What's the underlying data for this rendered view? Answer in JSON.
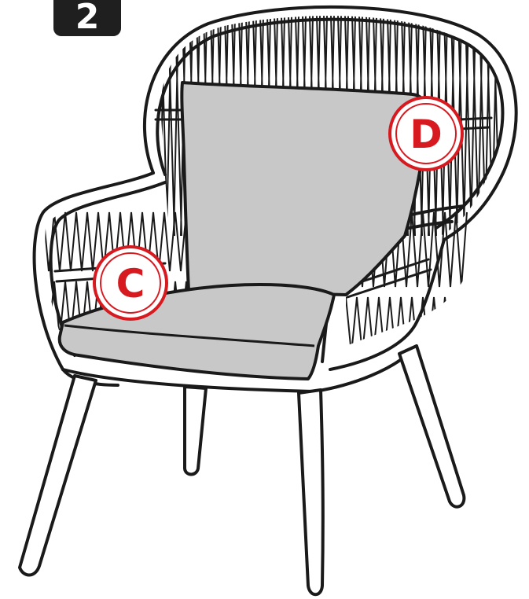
{
  "step": {
    "number": "2"
  },
  "callouts": {
    "seat_cushion": {
      "letter": "C"
    },
    "back_cushion": {
      "letter": "D"
    }
  },
  "colors": {
    "outline": "#1a1a1a",
    "cushion": "#c8c8c8",
    "callout_red": "#d71920",
    "badge": "#1f1f1f"
  }
}
